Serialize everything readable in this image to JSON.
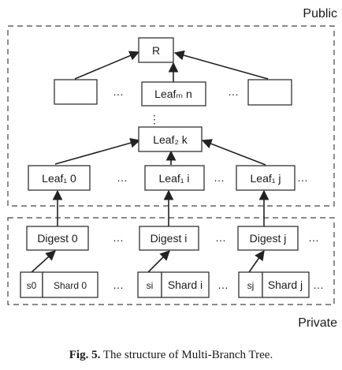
{
  "regions": {
    "public": "Public",
    "private": "Private"
  },
  "nodes": {
    "root": "R",
    "leaf_m": "Leafₘ n",
    "leaf_2": "Leaf₂ k",
    "leaf1_0": "Leaf₁ 0",
    "leaf1_i": "Leaf₁ i",
    "leaf1_j": "Leaf₁ j",
    "digest_0": "Digest 0",
    "digest_i": "Digest i",
    "digest_j": "Digest j",
    "s0": "s0",
    "shard_0": "Shard 0",
    "si": "si",
    "shard_i": "Shard i",
    "sj": "sj",
    "shard_j": "Shard j"
  },
  "ellipsis": "…",
  "vertical_ellipsis": "⋮",
  "caption": {
    "label": "Fig. 5.",
    "text": "The structure of Multi-Branch Tree."
  }
}
